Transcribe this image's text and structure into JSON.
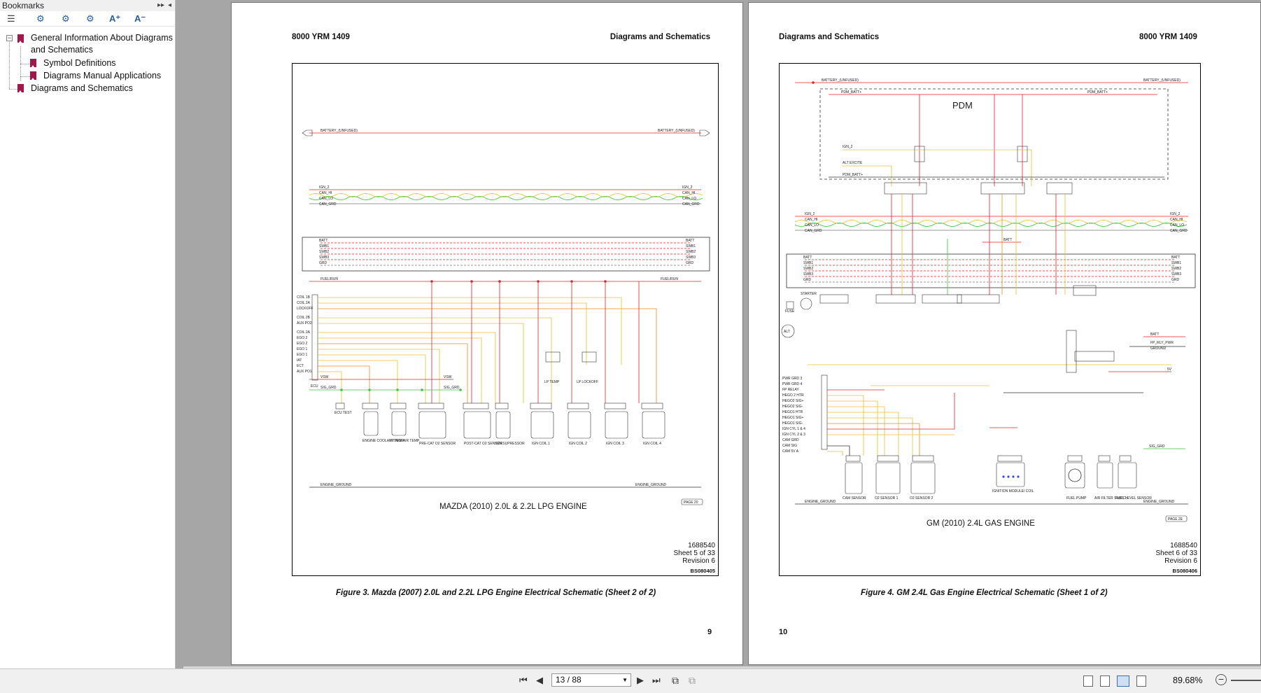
{
  "bookmarks": {
    "title": "Bookmarks",
    "items": [
      {
        "label_line1": "General Information About Diagrams",
        "label_line2": "and Schematics"
      },
      {
        "label": "Symbol Definitions"
      },
      {
        "label": "Diagrams Manual Applications"
      },
      {
        "label": "Diagrams and Schematics"
      }
    ],
    "toolbar_icons": [
      "options-icon",
      "expand-bookmark-icon",
      "find-bookmark-icon",
      "bookmark-settings-icon",
      "text-larger-icon",
      "text-smaller-icon"
    ],
    "text_larger": "A⁺",
    "text_smaller": "A⁻"
  },
  "left_page": {
    "header_left": "8000 YRM 1409",
    "header_right": "Diagrams and Schematics",
    "engine_title": "MAZDA (2010) 2.0L & 2.2L LPG ENGINE",
    "sheet_number": "1688540",
    "sheet_of": "Sheet 5 of 33",
    "revision": "Revision 6",
    "bs_code": "BS080405",
    "caption": "Figure 3. Mazda (2007) 2.0L and 2.2L LPG Engine Electrical Schematic (Sheet 2 of 2)",
    "page_number": "9",
    "page_ref": "PAGE 20",
    "labels": {
      "battery": "BATTERY_(UNFUSED)",
      "ign": "IGN_2",
      "can_hi": "CAN_HI",
      "can_lo": "CAN_LO",
      "can_grd": "CAN_GRD",
      "batt": "BATT",
      "swb1": "SWB1",
      "swb2": "SWB2",
      "swb3": "SWB3",
      "grd": "GRD",
      "fuel_run": "FUEL/RUN",
      "vsw": "VSW",
      "sig_grd": "SIG_GRD",
      "engine_ground": "ENGINE_GROUND",
      "ecu": "ECU",
      "pins": [
        "COIL 1B",
        "COIL 2A",
        "LOCKOFF",
        "COIL 2B",
        "AUX PO2",
        "COIL 2A",
        "EGO 2",
        "EGO 2",
        "EGO 1",
        "EGO 1",
        "IAT",
        "ECT",
        "AUX PO1"
      ],
      "components": [
        "ENGINE COOLANT TEMP",
        "INTAKE AIR TEMP",
        "PRE-CAT O2 SENSOR",
        "POST-CAT O2 SENSOR",
        "IGN SUPRESSOR",
        "IGN COIL 1",
        "IGN COIL 2",
        "IGN COIL 3",
        "IGN COIL 4",
        "LP TEMP",
        "LP LOCKOFF",
        "ECU TEST"
      ]
    }
  },
  "right_page": {
    "header_left": "Diagrams and Schematics",
    "header_right": "8000 YRM 1409",
    "engine_title": "GM (2010) 2.4L GAS ENGINE",
    "sheet_number": "1688540",
    "sheet_of": "Sheet 6 of 33",
    "revision": "Revision 6",
    "bs_code": "BS080406",
    "caption": "Figure 4. GM 2.4L Gas Engine Electrical Schematic (Sheet 1 of 2)",
    "page_number": "10",
    "page_ref": "PAGE 2E",
    "labels": {
      "pdm": "PDM",
      "battery": "BATTERY_(UNFUSED)",
      "pdm_batt": "PDM_BATT+",
      "ign": "IGN_2",
      "can_hi": "CAN_HI",
      "can_lo": "CAN_LO",
      "can_grd": "CAN_GRD",
      "batt": "BATT",
      "swb1": "SWB1",
      "swb2": "SWB2",
      "swb3": "SWB3",
      "grd": "GRD",
      "alt_excite": "ALT EXCITE",
      "starter": "STARTER",
      "alt": "ALT",
      "fuse": "FUSE",
      "fp_rly_pwr": "FP_RLY_PWR",
      "ground": "GROUND",
      "sv": "5V",
      "sig_grd": "SIG_GRD",
      "engine_ground": "ENGINE_GROUND",
      "pins": [
        "PWR GRD 3",
        "PWR GRD 4",
        "FP RELAY",
        "HEGO 2 HTR",
        "HEGO2 SIG+",
        "HEGO2 SIG-",
        "HEGO1 HTR",
        "HEGO1 SIG+",
        "HEGO1 SIG-",
        "IGN CYL 1 & 4",
        "IGN CYL 2 & 3",
        "CAM GRD",
        "CAM SIG",
        "CAM 5V A"
      ],
      "components": [
        "CAM SENSOR",
        "O2 SENSOR 1",
        "O2 SENSOR 2",
        "IGNITION MODULE/ COIL",
        "FUEL PUMP",
        "AIR FILTER SWITCH",
        "FUEL LEVEL SENSOR"
      ]
    }
  },
  "bottom": {
    "page_indicator": "13 / 88",
    "zoom": "89.68%",
    "zoom_out": "−"
  },
  "colors": {
    "red": "#e8202a",
    "green": "#3cc43c",
    "yellow": "#e8c22c",
    "orange": "#f08a1c",
    "bookmark": "#a3184c"
  }
}
